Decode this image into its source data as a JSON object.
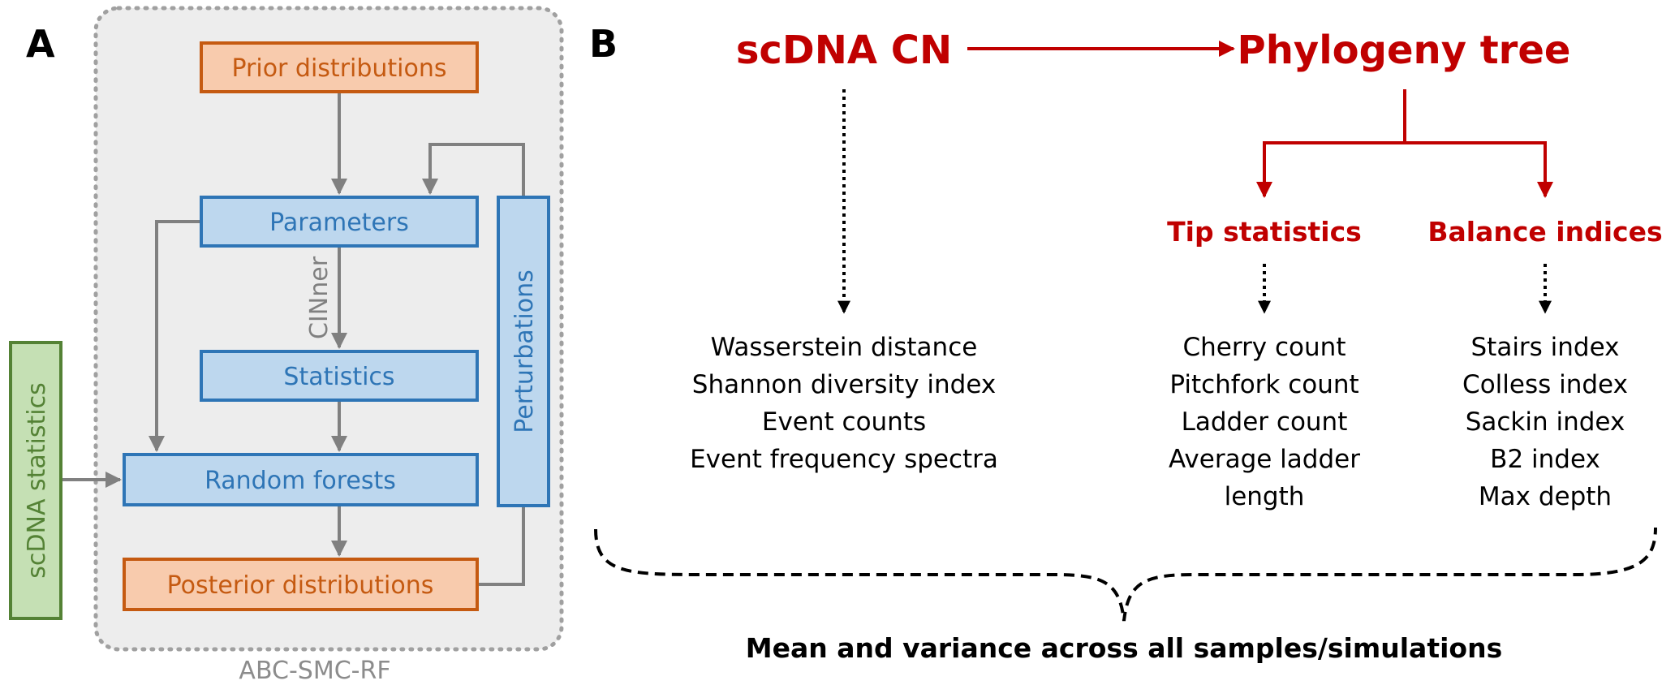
{
  "panel_a": {
    "label": "A",
    "container_label": "ABC-SMC-RF",
    "prior": "Prior distributions",
    "parameters": "Parameters",
    "cinner": "CINner",
    "statistics": "Statistics",
    "random_forests": "Random forests",
    "posterior": "Posterior distributions",
    "perturbations": "Perturbations",
    "scdna_statistics": "scDNA statistics"
  },
  "panel_b": {
    "label": "B",
    "scdna_cn": "scDNA CN",
    "phylogeny_tree": "Phylogeny tree",
    "tip_statistics": "Tip statistics",
    "balance_indices": "Balance indices",
    "cn_stats": [
      "Wasserstein distance",
      "Shannon diversity index",
      "Event counts",
      "Event frequency spectra"
    ],
    "tip_stats": [
      "Cherry count",
      "Pitchfork count",
      "Ladder count",
      "Average ladder",
      "length"
    ],
    "balance_stats": [
      "Stairs index",
      "Colless index",
      "Sackin index",
      "B2 index",
      "Max depth"
    ],
    "summary": "Mean and variance across all samples/simulations"
  },
  "colors": {
    "orange_fill": "#f8cbad",
    "orange_stroke": "#c55a11",
    "orange_text": "#c55a11",
    "blue_fill": "#bdd7ee",
    "blue_stroke": "#2e75b6",
    "blue_text": "#2e75b6",
    "green_fill": "#c5e0b4",
    "green_stroke": "#548235",
    "green_text": "#548235",
    "gray_arrow": "#808080",
    "red": "#c00000",
    "container_fill": "#ededed"
  }
}
